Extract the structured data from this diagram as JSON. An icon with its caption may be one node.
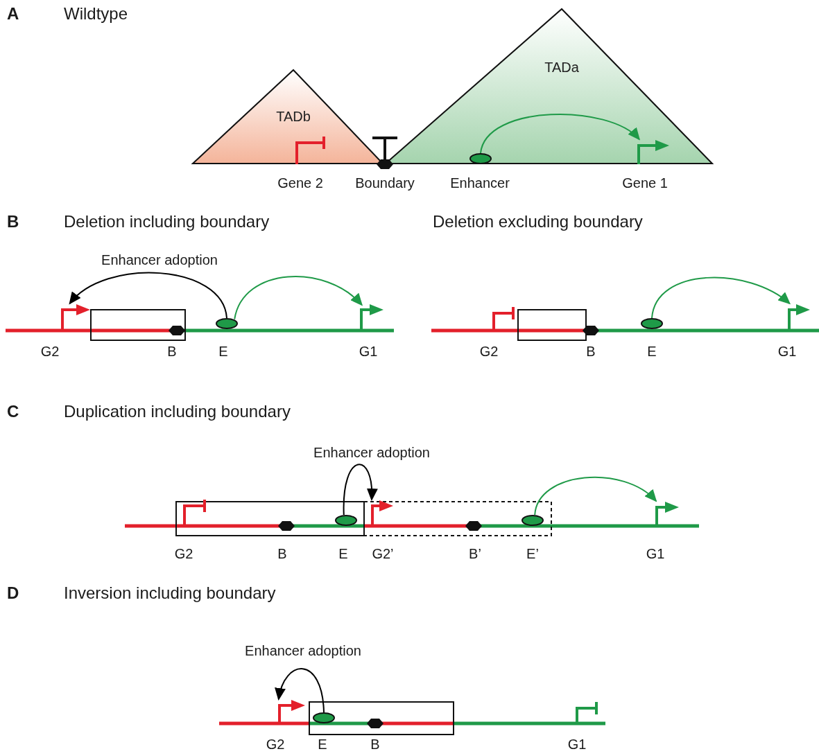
{
  "diagram": {
    "nodes": [
      {
        "text": [
          "TADb"
        ]
      },
      {
        "text": [],
        "shape": "picture",
        "in": 0,
        "beside": [
          "Gene 2"
        ]
      },
      {
        "text": [
          "TADa"
        ]
      },
      {
        "text": [],
        "shape": "ellipse",
        "in": 2,
        "beside": [
          "Enhancer"
        ]
      },
      {
        "text": [],
        "shape": "picture",
        "in": 2,
        "beside": [
          "Gene 1"
        ]
      },
      {
        "text": [],
        "shape": "picture",
        "beside": [
          "G2"
        ]
      },
      {
        "text": [],
        "shape": "ellipse",
        "beside": [
          "E"
        ]
      },
      {
        "text": [],
        "shape": "picture",
        "beside": [
          "G1"
        ]
      },
      {
        "text": [],
        "shape": "picture",
        "beside": [
          "G2"
        ]
      },
      {
        "text": [],
        "shape": "ellipse",
        "beside": [
          "E"
        ]
      },
      {
        "text": [],
        "shape": "picture",
        "beside": [
          "G1"
        ]
      },
      {
        "text": [],
        "shape": "picture",
        "beside": [
          "G2"
        ]
      },
      {
        "text": [],
        "shape": "ellipse",
        "beside": [
          "E"
        ]
      },
      {
        "text": [],
        "shape": "picture",
        "beside": [
          "G2’"
        ]
      },
      {
        "text": [],
        "shape": "ellipse",
        "beside": [
          "E’"
        ]
      },
      {
        "text": [],
        "shape": "picture",
        "beside": [
          "G1"
        ]
      },
      {
        "text": [],
        "shape": "picture",
        "beside": [
          "G2"
        ]
      },
      {
        "text": [],
        "shape": "ellipse",
        "beside": [
          "E"
        ]
      },
      {
        "text": [],
        "shape": "picture",
        "beside": [
          "G1"
        ]
      }
    ],
    "edges": [
      {
        "from": 3,
        "to": 4,
        "arrow": "to"
      },
      {
        "from": 6,
        "to": 5,
        "arrow": "to",
        "label": "Enhancer adoption",
        "color": "#000000"
      },
      {
        "from": 6,
        "to": 7,
        "arrow": "to"
      },
      {
        "from": 9,
        "to": 10,
        "arrow": "to"
      },
      {
        "from": 12,
        "to": 13,
        "arrow": "to",
        "label": "Enhancer adoption",
        "color": "#000000"
      },
      {
        "from": 14,
        "to": 15,
        "arrow": "to"
      },
      {
        "from": 17,
        "to": 16,
        "arrow": "to",
        "label": "Enhancer adoption",
        "color": "#000000"
      }
    ],
    "labels": [
      "A",
      "Wildtype",
      "Boundary",
      "B",
      "Deletion including boundary",
      "Deletion excluding boundary",
      "B",
      "B",
      "C",
      "Duplication including boundary",
      "B",
      "B’",
      "D",
      "Inversion including boundary",
      "B"
    ]
  }
}
